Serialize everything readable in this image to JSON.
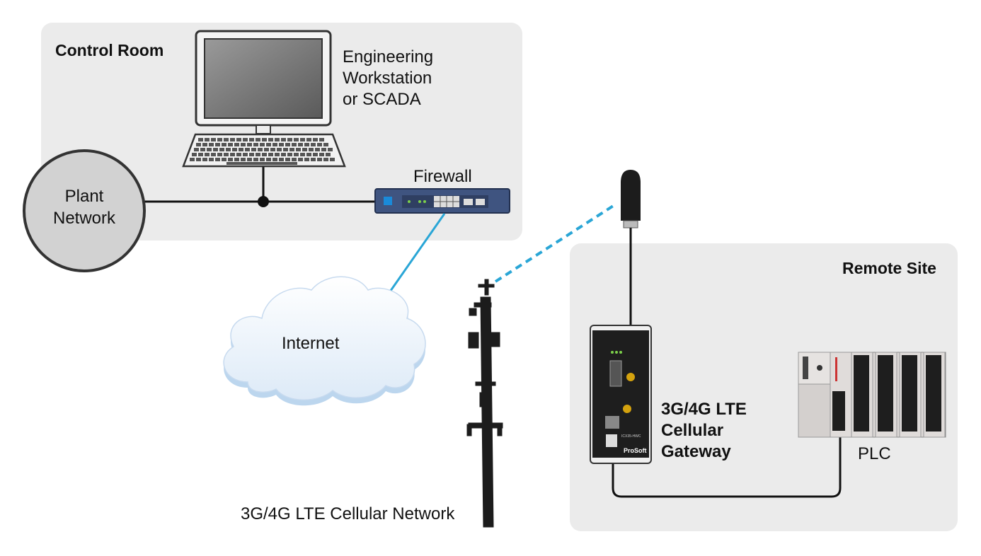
{
  "control_room": {
    "title": "Control Room",
    "workstation_label": [
      "Engineering",
      "Workstation",
      "or SCADA"
    ],
    "plant_network_label": [
      "Plant",
      "Network"
    ],
    "firewall_label": "Firewall"
  },
  "cloud": {
    "label": "Internet"
  },
  "cell_tower": {
    "label": "3G/4G LTE Cellular Network"
  },
  "remote_site": {
    "title": "Remote Site",
    "gateway_label": [
      "3G/4G LTE",
      "Cellular",
      "Gateway"
    ],
    "gateway_brand": "ProSoft",
    "gateway_model": "ICX35-HWC",
    "plc_label": "PLC"
  },
  "colors": {
    "panel": "#ebebeb",
    "internet_link": "#2aa6d6",
    "cellular_link": "#2aa6d6",
    "wire": "#111111",
    "firewall": "#3b4f7a"
  }
}
